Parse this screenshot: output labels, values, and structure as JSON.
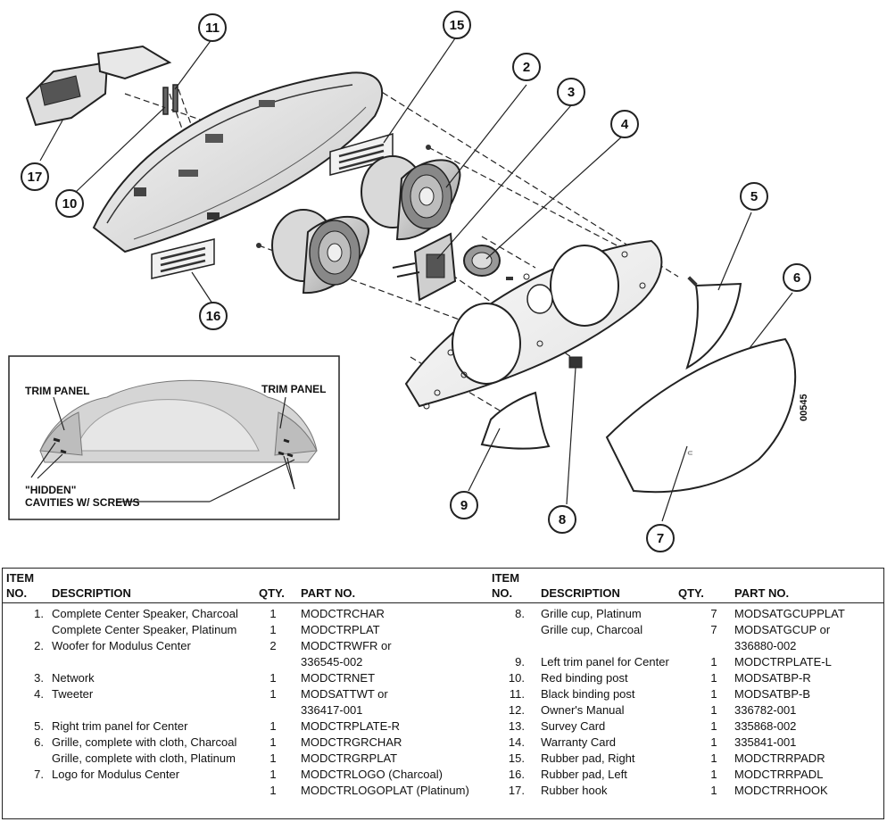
{
  "callouts": [
    "11",
    "15",
    "2",
    "3",
    "4",
    "17",
    "10",
    "5",
    "6",
    "16",
    "9",
    "8",
    "7"
  ],
  "diagram_code": "00545",
  "inset": {
    "trim_left": "TRIM PANEL",
    "trim_right": "TRIM PANEL",
    "hidden_line1": "\"HIDDEN\"",
    "hidden_line2": "CAVITIES W/ SCREWS"
  },
  "table": {
    "headers": {
      "item_top": "ITEM",
      "item_no": "NO.",
      "description": "DESCRIPTION",
      "qty": "QTY.",
      "part_no": "PART NO."
    },
    "left_rows": [
      {
        "no": "1.",
        "desc": "Complete Center Speaker, Charcoal",
        "qty": "1",
        "part": "MODCTRCHAR"
      },
      {
        "no": "",
        "desc": "Complete Center Speaker, Platinum",
        "qty": "1",
        "part": "MODCTRPLAT"
      },
      {
        "no": "2.",
        "desc": "Woofer for Modulus Center",
        "qty": "2",
        "part": "MODCTRWFR or"
      },
      {
        "no": "",
        "desc": "",
        "qty": "",
        "part": "336545-002"
      },
      {
        "no": "3.",
        "desc": "Network",
        "qty": "1",
        "part": "MODCTRNET"
      },
      {
        "no": "4.",
        "desc": "Tweeter",
        "qty": "1",
        "part": "MODSATTWT or"
      },
      {
        "no": "",
        "desc": "",
        "qty": "",
        "part": "336417-001"
      },
      {
        "no": "5.",
        "desc": "Right trim panel for Center",
        "qty": "1",
        "part": "MODCTRPLATE-R"
      },
      {
        "no": "6.",
        "desc": "Grille, complete with cloth, Charcoal",
        "qty": "1",
        "part": "MODCTRGRCHAR"
      },
      {
        "no": "",
        "desc": "Grille, complete with cloth, Platinum",
        "qty": "1",
        "part": "MODCTRGRPLAT"
      },
      {
        "no": "7.",
        "desc": "Logo for Modulus Center",
        "qty": "1",
        "part": "MODCTRLOGO (Charcoal)"
      },
      {
        "no": "",
        "desc": "",
        "qty": "1",
        "part": "MODCTRLOGOPLAT (Platinum)"
      }
    ],
    "right_rows": [
      {
        "no": "8.",
        "desc": "Grille cup, Platinum",
        "qty": "7",
        "part": "MODSATGCUPPLAT"
      },
      {
        "no": "",
        "desc": "Grille cup, Charcoal",
        "qty": "7",
        "part": "MODSATGCUP or"
      },
      {
        "no": "",
        "desc": "",
        "qty": "",
        "part": "336880-002"
      },
      {
        "no": "9.",
        "desc": "Left trim panel for Center",
        "qty": "1",
        "part": "MODCTRPLATE-L"
      },
      {
        "no": "10.",
        "desc": "Red binding post",
        "qty": "1",
        "part": "MODSATBP-R"
      },
      {
        "no": "11.",
        "desc": "Black binding post",
        "qty": "1",
        "part": "MODSATBP-B"
      },
      {
        "no": "12.",
        "desc": "Owner's Manual",
        "qty": "1",
        "part": "336782-001"
      },
      {
        "no": "13.",
        "desc": "Survey Card",
        "qty": "1",
        "part": "335868-002"
      },
      {
        "no": "14.",
        "desc": "Warranty Card",
        "qty": "1",
        "part": "335841-001"
      },
      {
        "no": "15.",
        "desc": "Rubber pad, Right",
        "qty": "1",
        "part": "MODCTRRPADR"
      },
      {
        "no": "16.",
        "desc": "Rubber pad, Left",
        "qty": "1",
        "part": "MODCTRRPADL"
      },
      {
        "no": "17.",
        "desc": "Rubber hook",
        "qty": "1",
        "part": "MODCTRRHOOK"
      }
    ]
  }
}
